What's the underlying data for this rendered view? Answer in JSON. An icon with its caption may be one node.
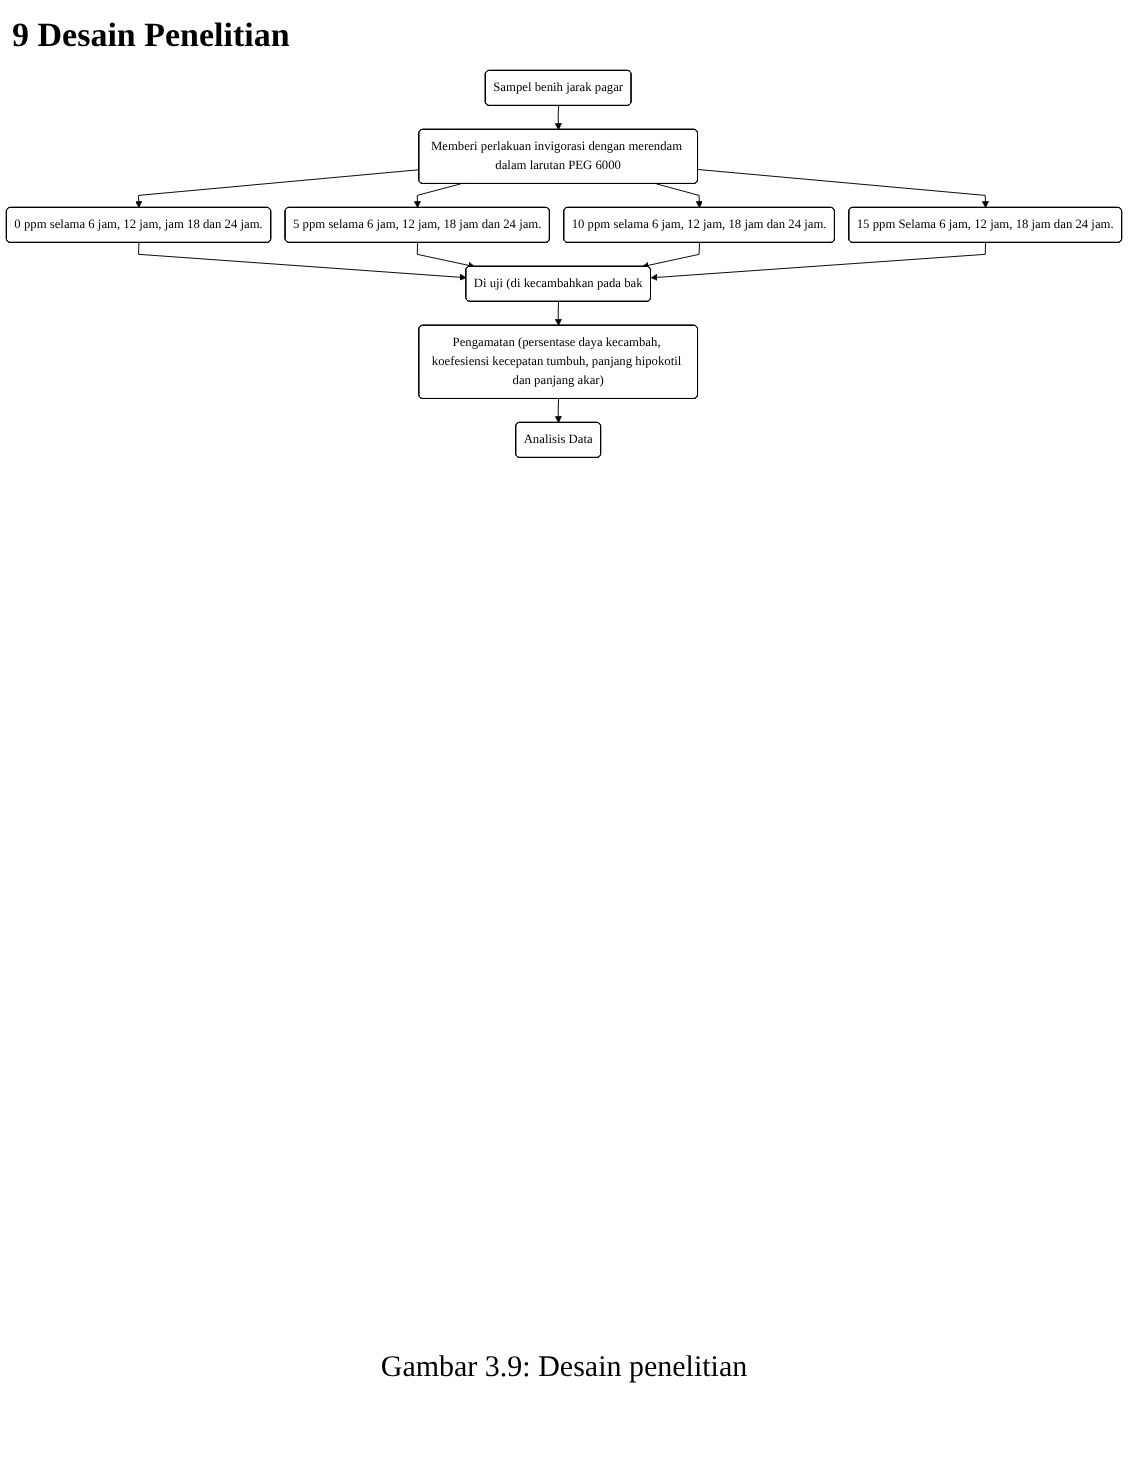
{
  "diagram": {
    "title": "9 Desain Penelitian",
    "caption": "Gambar 3.9: Desain penelitian",
    "nodes": [
      {
        "text": [
          "Sampel benih jarak pagar"
        ]
      },
      {
        "text": [
          "Memberi perlakuan invigorasi dengan merendam dalam larutan PEG 6000"
        ]
      },
      {
        "text": [
          "0 ppm selama 6 jam, 12 jam, jam 18 dan 24 jam."
        ]
      },
      {
        "text": [
          "5 ppm selama 6 jam, 12 jam, 18 jam dan 24 jam."
        ]
      },
      {
        "text": [
          "10 ppm selama 6 jam, 12 jam, 18 jam dan 24 jam."
        ]
      },
      {
        "text": [
          "15 ppm Selama 6 jam, 12 jam, 18 jam dan 24 jam."
        ]
      },
      {
        "text": [
          "Di uji (di kecambahkan pada bak"
        ]
      },
      {
        "text": [
          "Pengamatan (persentase daya kecambah, koefesiensi kecepatan tumbuh, panjang hipokotil dan panjang akar)"
        ]
      },
      {
        "text": [
          "Analisis Data"
        ]
      }
    ],
    "edges": [
      {
        "from": 0,
        "to": 1,
        "arrow": "to"
      },
      {
        "from": 1,
        "to": 2,
        "arrow": "to"
      },
      {
        "from": 1,
        "to": 3,
        "arrow": "to"
      },
      {
        "from": 1,
        "to": 4,
        "arrow": "to"
      },
      {
        "from": 1,
        "to": 5,
        "arrow": "to"
      },
      {
        "from": 2,
        "to": 6,
        "arrow": "to"
      },
      {
        "from": 3,
        "to": 6,
        "arrow": "to"
      },
      {
        "from": 4,
        "to": 6,
        "arrow": "to"
      },
      {
        "from": 5,
        "to": 6,
        "arrow": "to"
      },
      {
        "from": 6,
        "to": 7,
        "arrow": "to"
      },
      {
        "from": 7,
        "to": 8,
        "arrow": "to"
      }
    ]
  }
}
